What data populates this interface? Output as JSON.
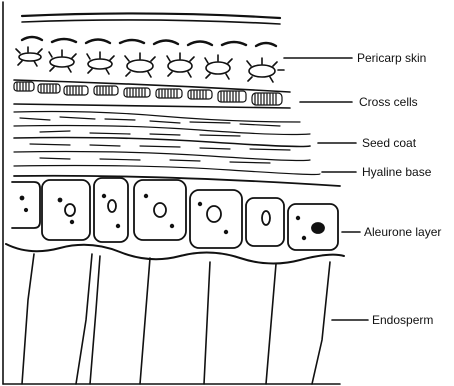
{
  "diagram": {
    "labels": [
      {
        "key": "pericarp",
        "text": "Pericarp skin"
      },
      {
        "key": "cross",
        "text": "Cross cells"
      },
      {
        "key": "seedcoat",
        "text": "Seed coat"
      },
      {
        "key": "hyaline",
        "text": "Hyaline base"
      },
      {
        "key": "aleurone",
        "text": "Aleurone layer"
      },
      {
        "key": "endosperm",
        "text": "Endosperm"
      }
    ]
  }
}
